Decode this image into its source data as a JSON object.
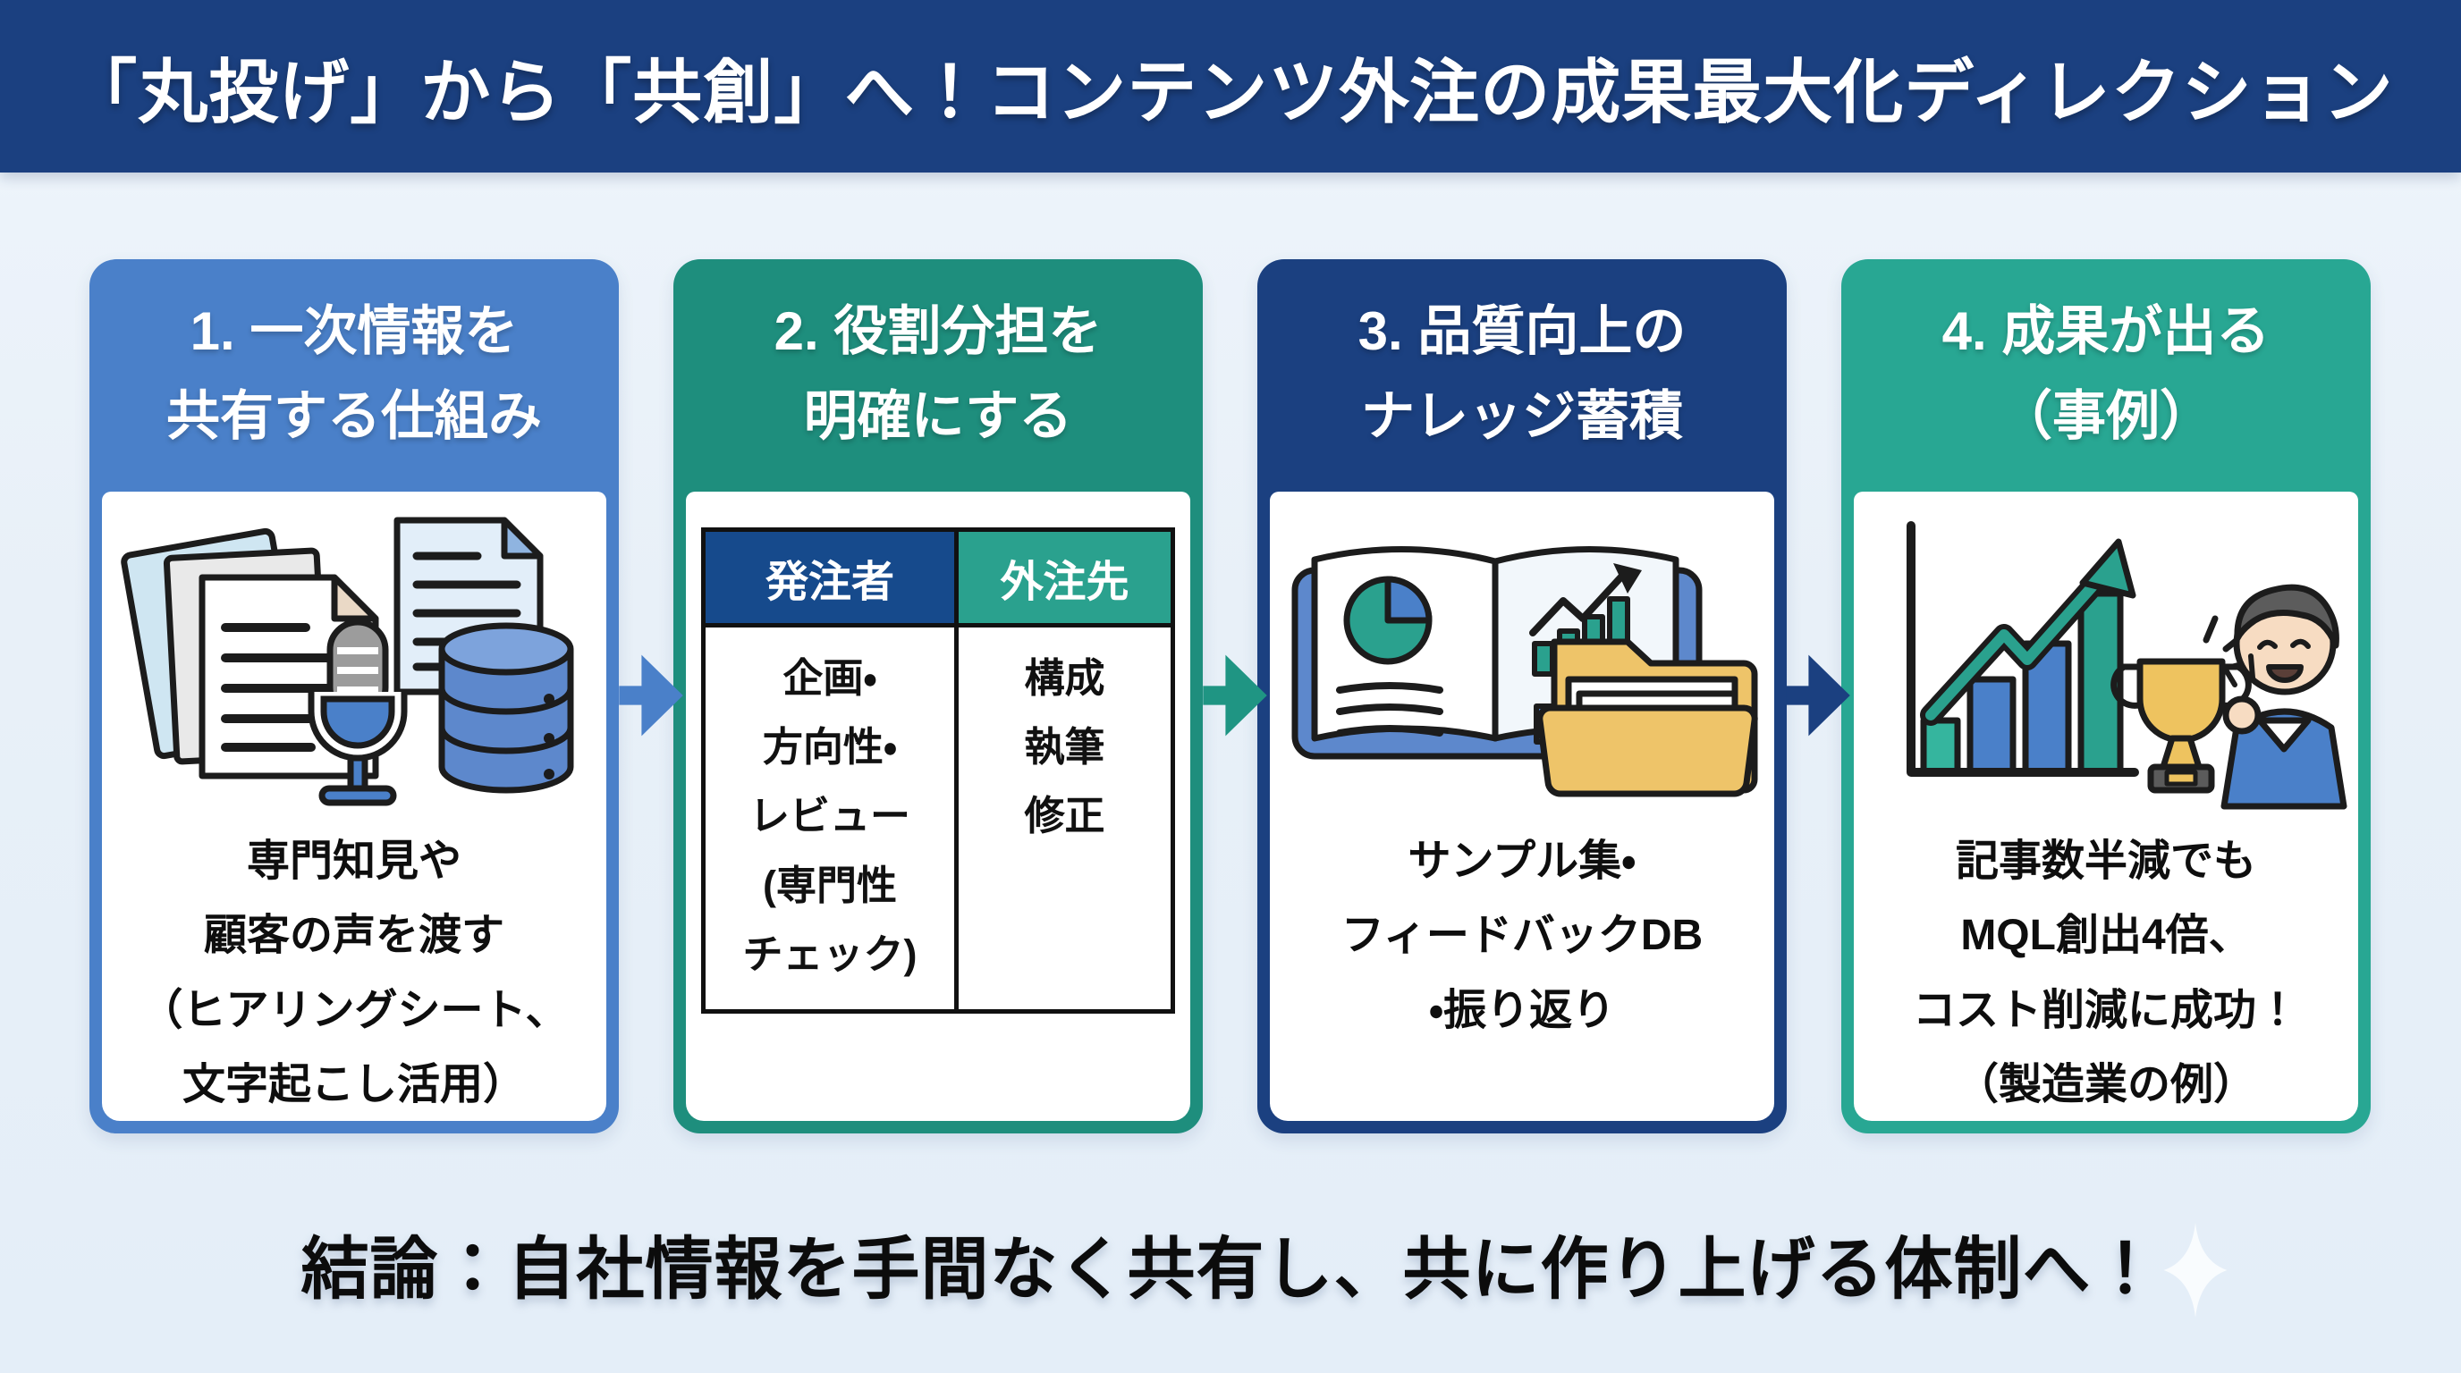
{
  "banner": {
    "title": "「丸投げ」から「共創」へ！コンテンツ外注の成果最大化ディレクション"
  },
  "cards": [
    {
      "title": "1. 一次情報を\n共有する仕組み",
      "body": "専門知見や\n顧客の声を渡す\n（ヒアリングシート、\n文字起こし活用）",
      "icons": [
        "documents-icon",
        "microphone-icon",
        "database-icon"
      ],
      "accent_color": "#4a80c9"
    },
    {
      "title": "2. 役割分担を\n明確にする",
      "table": {
        "headers": [
          "発注者",
          "外注先"
        ],
        "rows": [
          [
            "企画・\n方向性・\nレビュー\n(専門性\nチェック)",
            "構成\n執筆\n修正"
          ]
        ]
      },
      "accent_color": "#1e8e7d",
      "table_header_colors": [
        "#164a8c",
        "#2aa18e"
      ]
    },
    {
      "title": "3. 品質向上の\nナレッジ蓄積",
      "body": "サンプル集・\nフィードバックDB\n・振り返り",
      "icons": [
        "open-book-charts-icon",
        "folder-icon"
      ],
      "accent_color": "#1b4080"
    },
    {
      "title": "4. 成果が出る\n（事例）",
      "body": "記事数半減でも\nMQL創出4倍、\nコスト削減に成功！\n（製造業の例）",
      "icons": [
        "growth-chart-icon",
        "trophy-icon",
        "happy-person-icon"
      ],
      "accent_color": "#28a793"
    }
  ],
  "arrows": [
    {
      "color": "#4a80c9"
    },
    {
      "color": "#1f9583"
    },
    {
      "color": "#1b4080"
    }
  ],
  "conclusion": "結論：自社情報を手間なく共有し、共に作り上げる体制へ！",
  "decorations": {
    "sparkle_color": "#fbfdff"
  },
  "colors": {
    "banner_bg": "#1b4080",
    "page_bg_top": "#f6fafd",
    "page_bg_bottom": "#e4eef8",
    "text": "#111111",
    "panel_bg": "#ffffff"
  }
}
